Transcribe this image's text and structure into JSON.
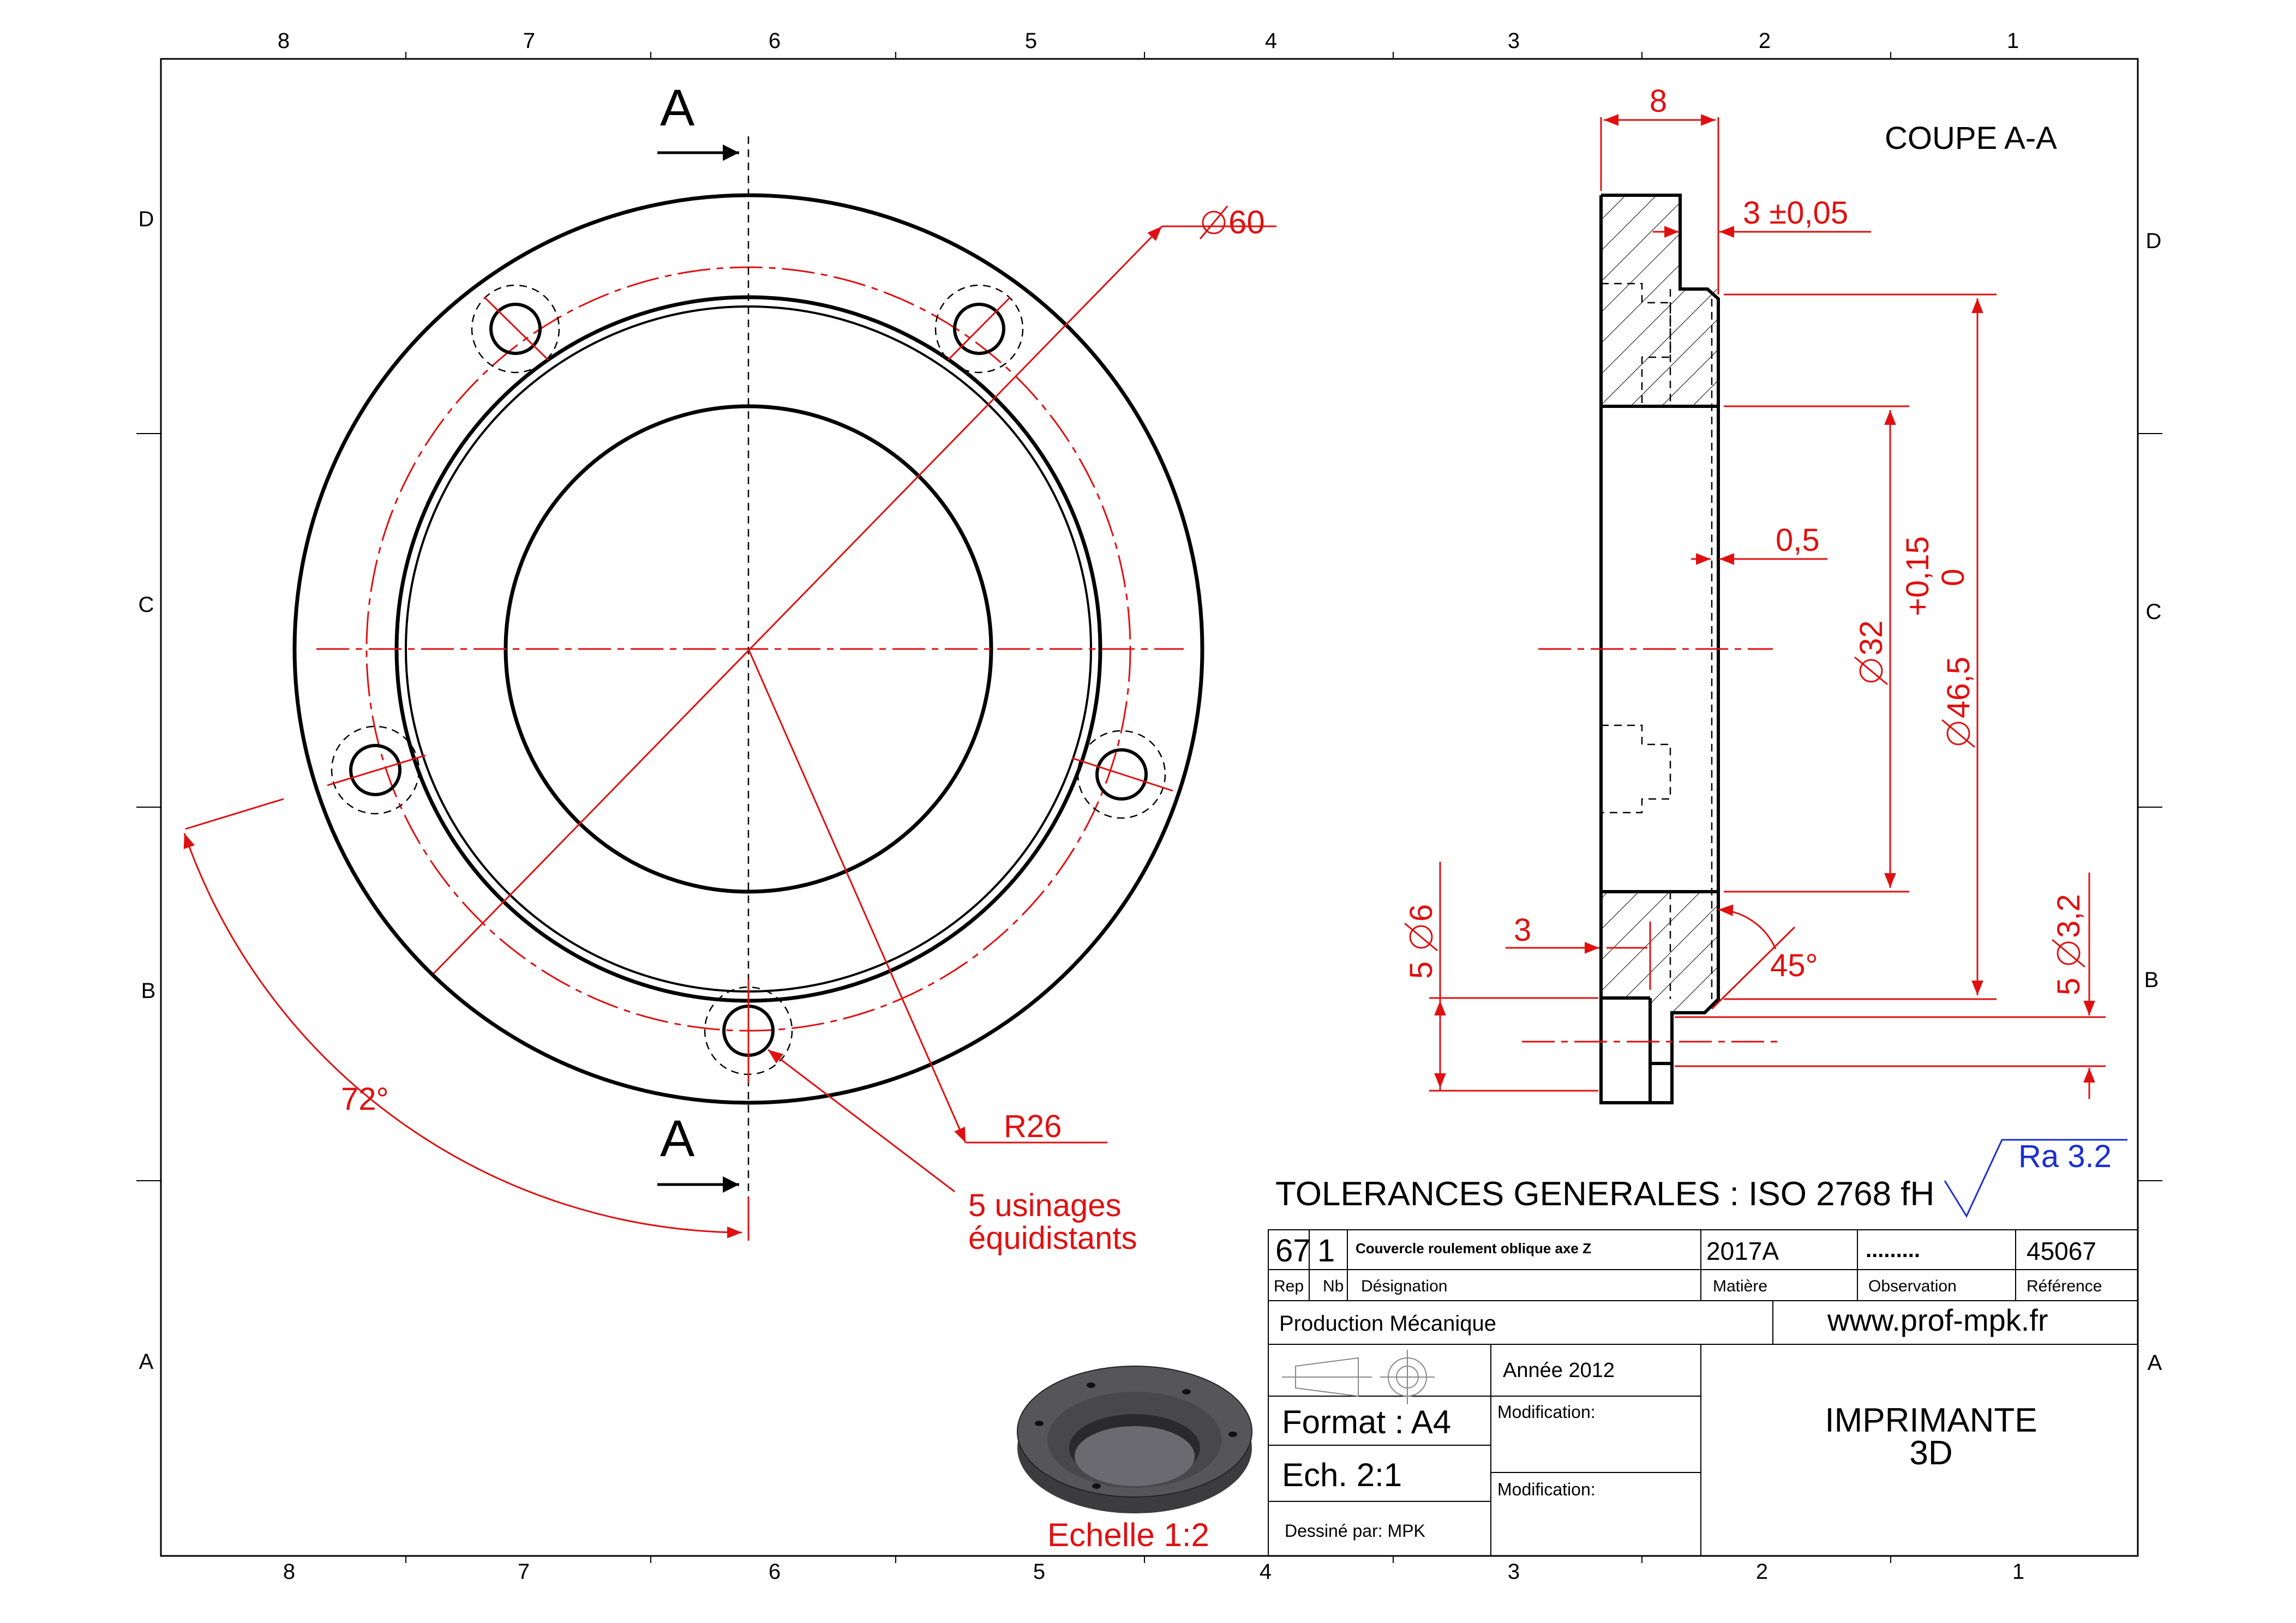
{
  "border": {
    "columns_top": [
      "8",
      "7",
      "6",
      "5",
      "4",
      "3",
      "2",
      "1"
    ],
    "columns_bottom": [
      "8",
      "7",
      "6",
      "5",
      "4",
      "3",
      "2",
      "1"
    ],
    "rows_left": [
      "D",
      "C",
      "B",
      "A"
    ],
    "rows_right": [
      "D",
      "C",
      "B",
      "A"
    ]
  },
  "front_view": {
    "section_mark_top": "A",
    "section_mark_bottom": "A",
    "dim_diameter": "60",
    "dim_radius": "R26",
    "dim_angle": "72°",
    "note_line1": "5 usinages",
    "note_line2": "équidistants"
  },
  "section_view": {
    "title": "COUPE A-A",
    "dim_width": "8",
    "dim_step": "3 ±0,05",
    "dim_gap": "0,5",
    "dim_bore": "32",
    "dim_boss_main": "46,5",
    "dim_boss_tol_upper": "+0,15",
    "dim_boss_tol_lower": "0",
    "dim_hole_left": "5",
    "dim_hole_left_dia": "6",
    "dim_hole_right": "5",
    "dim_hole_right_dia": "3,2",
    "dim_depth": "3",
    "dim_chamfer": "45°"
  },
  "tolerances": "TOLERANCES GENERALES : ISO 2768 fH",
  "roughness": "Ra 3.2",
  "title_block": {
    "rep": "67",
    "nb": "1",
    "designation": "Couvercle roulement oblique axe Z",
    "matiere": "2017A",
    "observation": ".........",
    "reference": "45067",
    "hdr_rep": "Rep",
    "hdr_nb": "Nb",
    "hdr_designation": "Désignation",
    "hdr_matiere": "Matière",
    "hdr_observation": "Observation",
    "hdr_reference": "Référence",
    "production": "Production Mécanique",
    "website": "www.prof-mpk.fr",
    "annee": "Année 2012",
    "format": "Format : A4",
    "echelle": "Ech. 2:1",
    "dessine": "Dessiné par: MPK",
    "modification1": "Modification:",
    "modification2": "Modification:",
    "project_line1": "IMPRIMANTE",
    "project_line2": "3D"
  },
  "iso_view": {
    "label": "Echelle 1:2"
  },
  "colors": {
    "line": "#000000",
    "dimension": "#e01010",
    "roughness": "#1a2fd0"
  }
}
